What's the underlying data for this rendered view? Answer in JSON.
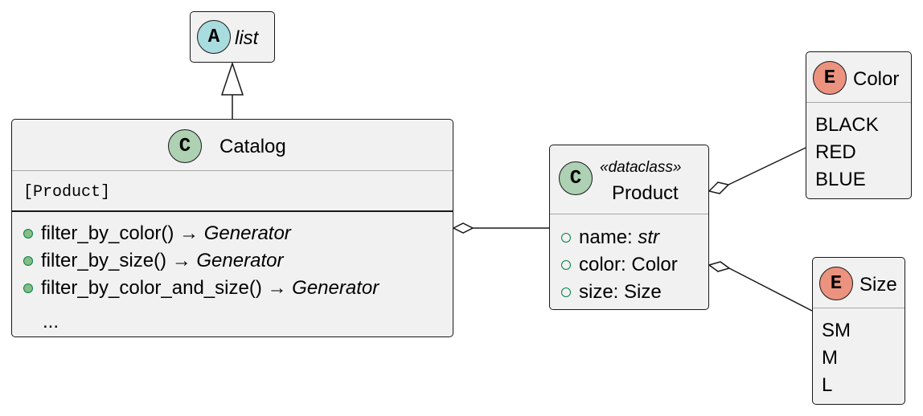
{
  "classes": {
    "list": {
      "stereotype_letter": "A",
      "name": "list",
      "circle_color": "#a9dcdf"
    },
    "catalog": {
      "stereotype_letter": "C",
      "name": "Catalog",
      "circle_color": "#add1b2",
      "field": "[Product]",
      "methods": [
        {
          "name": "filter_by_color() →",
          "type": "Generator"
        },
        {
          "name": "filter_by_size() →",
          "type": "Generator"
        },
        {
          "name": "filter_by_color_and_size() →",
          "type": "Generator"
        }
      ],
      "more": "..."
    },
    "product": {
      "stereotype_letter": "C",
      "stereotype": "«dataclass»",
      "name": "Product",
      "circle_color": "#add1b2",
      "fields": [
        {
          "name": "name:",
          "type": "str",
          "type_italic": true
        },
        {
          "name": "color:",
          "type": "Color",
          "type_italic": false
        },
        {
          "name": "size:",
          "type": "Size",
          "type_italic": false
        }
      ]
    },
    "color": {
      "stereotype_letter": "E",
      "name": "Color",
      "circle_color": "#eb937f",
      "values": [
        "BLACK",
        "RED",
        "BLUE"
      ]
    },
    "size": {
      "stereotype_letter": "E",
      "name": "Size",
      "circle_color": "#eb937f",
      "values": [
        "SM",
        "M",
        "L"
      ]
    }
  },
  "relations": [
    {
      "from": "catalog",
      "to": "list",
      "kind": "inheritance"
    },
    {
      "from": "catalog",
      "to": "product",
      "kind": "aggregation"
    },
    {
      "from": "product",
      "to": "color",
      "kind": "aggregation"
    },
    {
      "from": "product",
      "to": "size",
      "kind": "aggregation"
    }
  ]
}
